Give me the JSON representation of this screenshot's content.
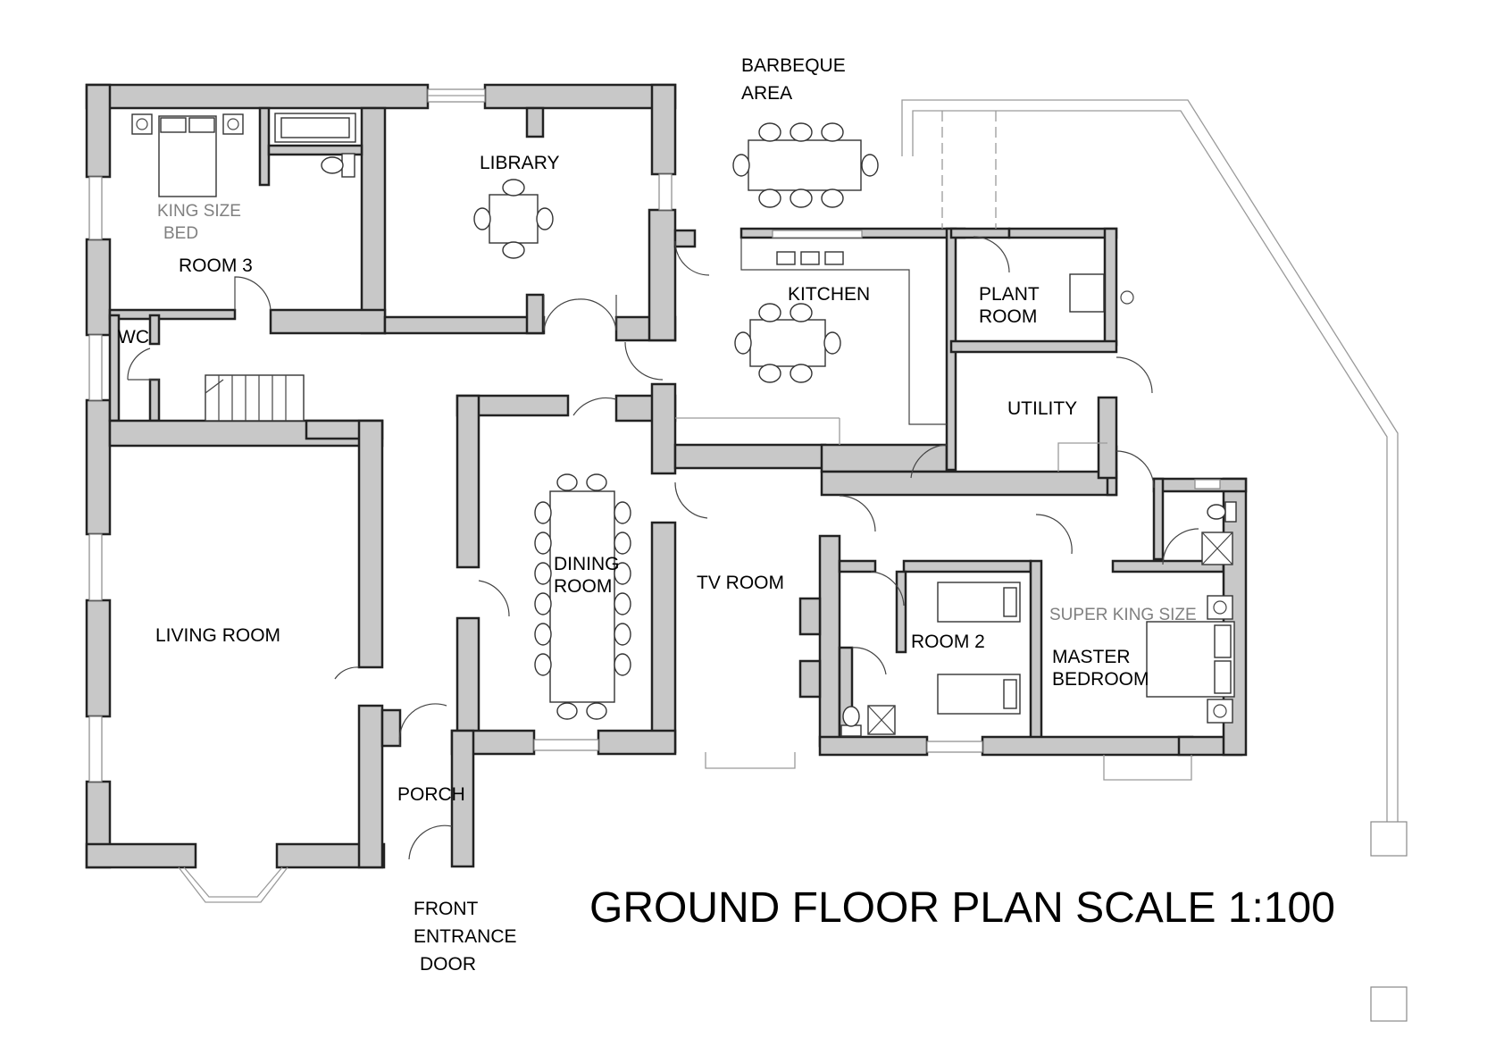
{
  "drawing": {
    "title": "GROUND FLOOR PLAN SCALE 1:100"
  },
  "rooms": {
    "barbeque_line1": "BARBEQUE",
    "barbeque_line2": "AREA",
    "library": "LIBRARY",
    "king_size_line1": "KING SIZE",
    "king_size_line2": "BED",
    "room3": "ROOM 3",
    "wc": "WC",
    "kitchen": "KITCHEN",
    "plant_line1": "PLANT",
    "plant_line2": "ROOM",
    "utility": "UTILITY",
    "dining_line1": "DINING",
    "dining_line2": "ROOM",
    "tv_room": "TV ROOM",
    "living_room": "LIVING ROOM",
    "room2": "ROOM 2",
    "super_king": "SUPER KING SIZE",
    "master_line1": "MASTER",
    "master_line2": "BEDROOM",
    "porch": "PORCH",
    "front_line1": "FRONT",
    "front_line2": "ENTRANCE",
    "front_line3": "DOOR"
  },
  "colors": {
    "wall_fill": "#c8c8c8",
    "wall_stroke": "#222222",
    "fixture_grey": "#808080"
  }
}
